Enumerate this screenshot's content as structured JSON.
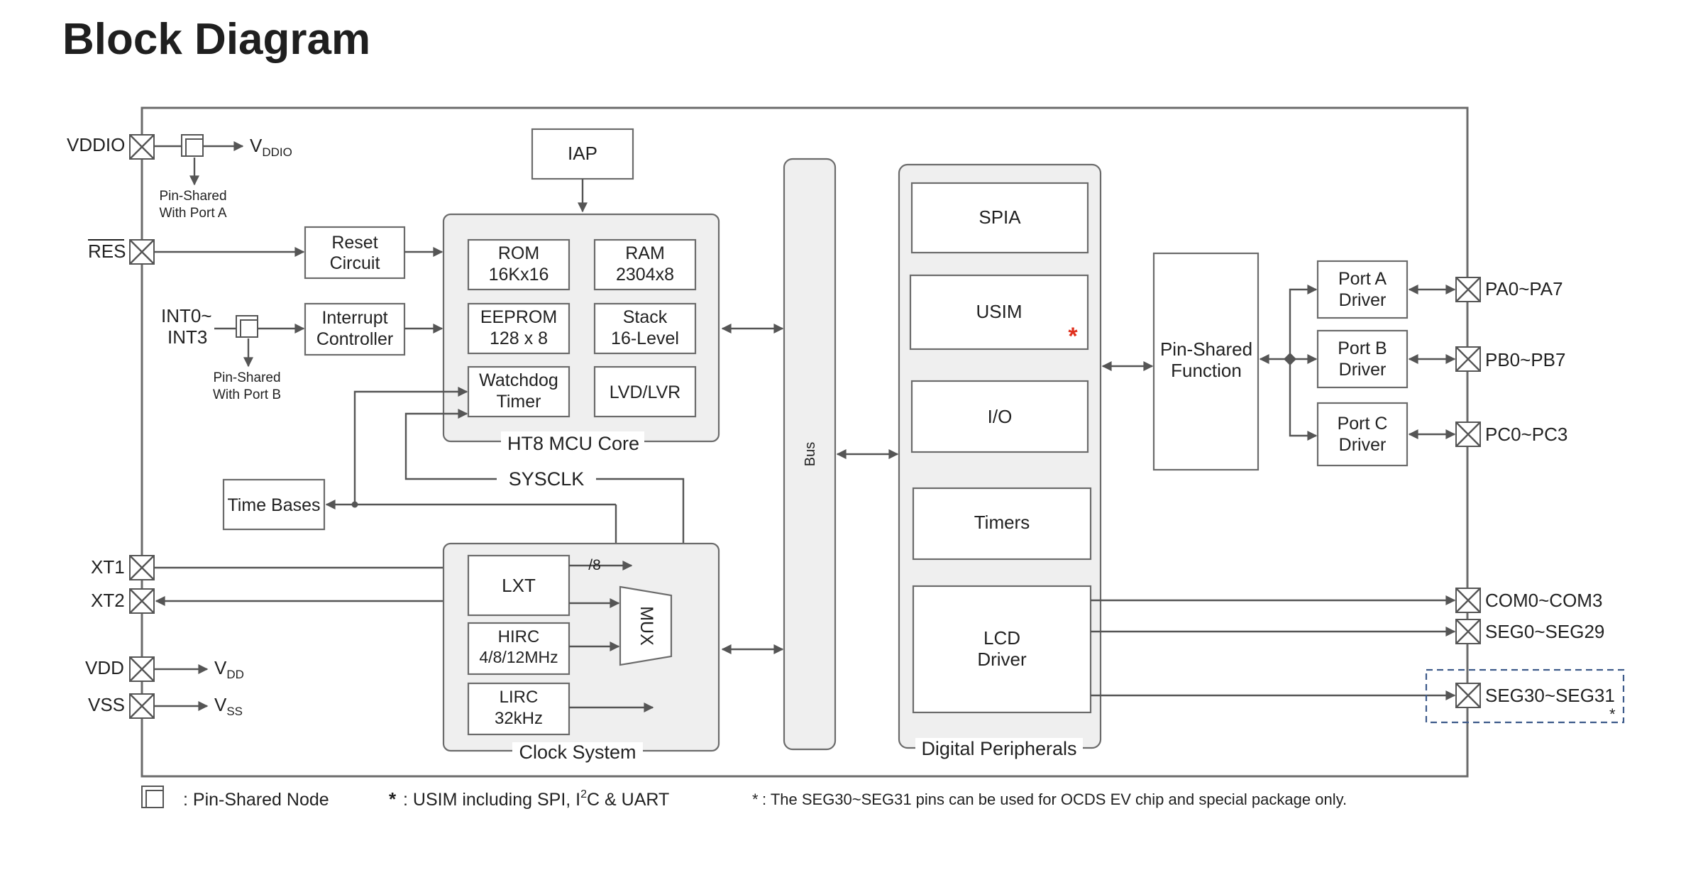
{
  "title": "Block Diagram",
  "pins_left": {
    "vddio": "VDDIO",
    "vddio_out": "V",
    "vddio_out_sub": "DDIO",
    "pin_shared_a_1": "Pin-Shared",
    "pin_shared_a_2": "With Port A",
    "res": "RES",
    "int_1": "INT0~",
    "int_2": "INT3",
    "pin_shared_b_1": "Pin-Shared",
    "pin_shared_b_2": "With Port B",
    "xt1": "XT1",
    "xt2": "XT2",
    "vdd": "VDD",
    "vdd_out": "V",
    "vdd_out_sub": "DD",
    "vss": "VSS",
    "vss_out": "V",
    "vss_out_sub": "SS"
  },
  "blocks": {
    "iap": "IAP",
    "reset_1": "Reset",
    "reset_2": "Circuit",
    "interrupt_1": "Interrupt",
    "interrupt_2": "Controller",
    "rom_1": "ROM",
    "rom_2": "16Kx16",
    "ram_1": "RAM",
    "ram_2": "2304x8",
    "eeprom_1": "EEPROM",
    "eeprom_2": "128 x 8",
    "stack_1": "Stack",
    "stack_2": "16-Level",
    "watchdog_1": "Watchdog",
    "watchdog_2": "Timer",
    "lvd": "LVD/LVR",
    "mcu_core": "HT8 MCU Core",
    "sysclk": "SYSCLK",
    "time_bases": "Time Bases",
    "div8": "/8",
    "lxt": "LXT",
    "hirc_1": "HIRC",
    "hirc_2": "4/8/12MHz",
    "lirc_1": "LIRC",
    "lirc_2": "32kHz",
    "mux": "MUX",
    "clock_system": "Clock System",
    "bus": "Bus",
    "spia": "SPIA",
    "usim": "USIM",
    "io": "I/O",
    "timers": "Timers",
    "lcd_1": "LCD",
    "lcd_2": "Driver",
    "digital_peripherals": "Digital Peripherals",
    "pin_shared_fn_1": "Pin-Shared",
    "pin_shared_fn_2": "Function",
    "port_a_1": "Port A",
    "port_a_2": "Driver",
    "port_b_1": "Port B",
    "port_b_2": "Driver",
    "port_c_1": "Port C",
    "port_c_2": "Driver"
  },
  "pins_right": {
    "pa": "PA0~PA7",
    "pb": "PB0~PB7",
    "pc": "PC0~PC3",
    "com": "COM0~COM3",
    "seg_a": "SEG0~SEG29",
    "seg_b": "SEG30~SEG31"
  },
  "legend": {
    "pin_shared_node": ": Pin-Shared Node",
    "usim_note_a": ": USIM including SPI, I",
    "usim_note_sup": "2",
    "usim_note_b": "C & UART",
    "seg_note": ": The SEG30~SEG31 pins can be used for OCDS EV chip and special package only.",
    "star": "*"
  }
}
